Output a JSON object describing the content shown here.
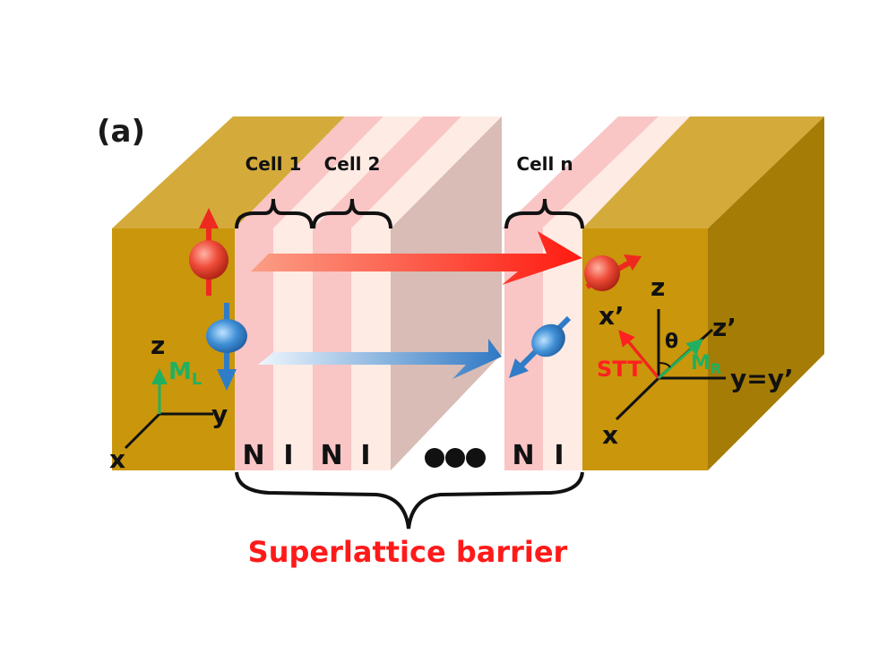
{
  "figure": {
    "panel_label": "(a)",
    "caption": "Superlattice barrier",
    "colors": {
      "electrode_front": "#c9960c",
      "electrode_top": "#d4ab3a",
      "electrode_side": "#a57c06",
      "layer_N": "#f9c5c5",
      "layer_I": "#fdebe4",
      "shadow": "#d8bcb5",
      "spin_up": "#ee4a38",
      "spin_down": "#2f7cc8",
      "moment": "#22b060",
      "stt": "#ff2020",
      "caption": "#ff1a1a"
    }
  },
  "cells": [
    {
      "label": "Cell 1"
    },
    {
      "label": "Cell 2"
    },
    {
      "label": "Cell n"
    }
  ],
  "layers": [
    "N",
    "I",
    "N",
    "I",
    "N",
    "I"
  ],
  "ellipsis": "•••",
  "left_electrode": {
    "axes": {
      "z": "z",
      "y": "y",
      "x": "x"
    },
    "moment_label": "M",
    "moment_subscript": "L"
  },
  "right_electrode": {
    "axes": {
      "z": "z",
      "x_prime": "x’",
      "z_prime": "z’",
      "y": "y=y’",
      "x": "x"
    },
    "angle_label": "θ",
    "moment_label": "M",
    "moment_subscript": "R",
    "torque_label": "STT"
  },
  "spins": [
    {
      "name": "spin-up-left",
      "direction": "up"
    },
    {
      "name": "spin-down-left",
      "direction": "down"
    },
    {
      "name": "spin-right-red",
      "direction": "tilted-up-right"
    },
    {
      "name": "spin-right-blue",
      "direction": "tilted-down-left"
    }
  ]
}
